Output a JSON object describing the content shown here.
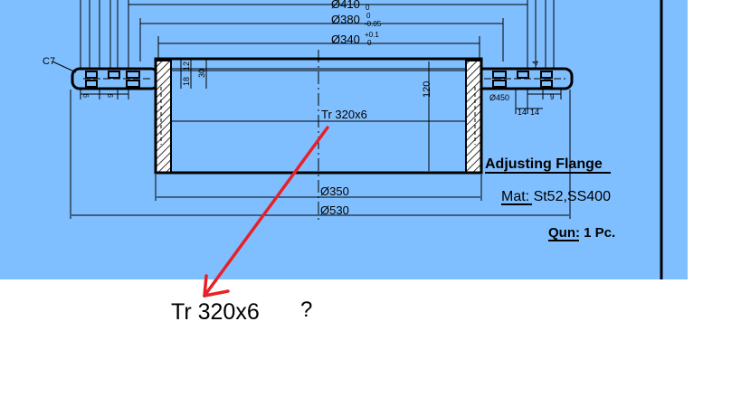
{
  "drawing": {
    "background_color": "#80bfff",
    "line_color": "#000000",
    "arrow_color": "#e8202a",
    "dimensions": {
      "d410": "Ø410",
      "d410_tol_lower": "0",
      "d380": "Ø380",
      "d380_tol_upper": "0",
      "d380_tol_lower": "-0.05",
      "d340": "Ø340",
      "d340_tol_upper": "+0.1",
      "d340_tol_lower": "0",
      "d350": "Ø350",
      "d530": "Ø530",
      "d450": "Ø450",
      "height_120": "120",
      "depth_30": "30",
      "depth_12": "12",
      "depth_18": "18",
      "small_9a": "9",
      "small_9b": "9",
      "small_9c": "9",
      "w14a": "14",
      "w14b": "14",
      "v4": "4",
      "chamfer": "C7"
    },
    "thread_label": "Tr 320x6",
    "title": "Adjusting Flange",
    "material": "Mat: St52,SS400",
    "quantity": "Qun: 1 Pc."
  },
  "annotation": {
    "thread_note": "Tr 320x6",
    "question_mark": "?"
  }
}
